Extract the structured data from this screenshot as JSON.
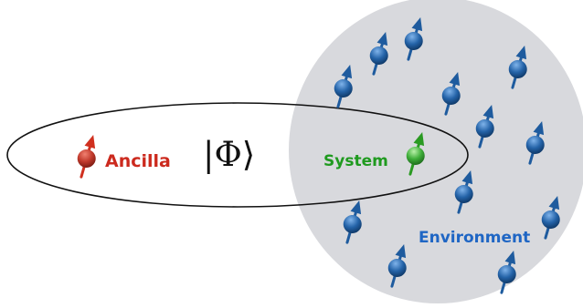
{
  "labels": {
    "ancilla": "Ancilla",
    "system": "System",
    "environment": "Environment",
    "state_ket": "|Φ⟩"
  },
  "colors": {
    "ancilla": "#cc2a1e",
    "system": "#1f9a1f",
    "environment": "#1f66c4",
    "environment_disc": "#d8d9dd",
    "environment_spin": "#1e5b9e",
    "ellipse_stroke": "#111111"
  },
  "icons": {
    "spin": "spin-arrow-icon"
  },
  "counts": {
    "environment_spins": 12
  }
}
